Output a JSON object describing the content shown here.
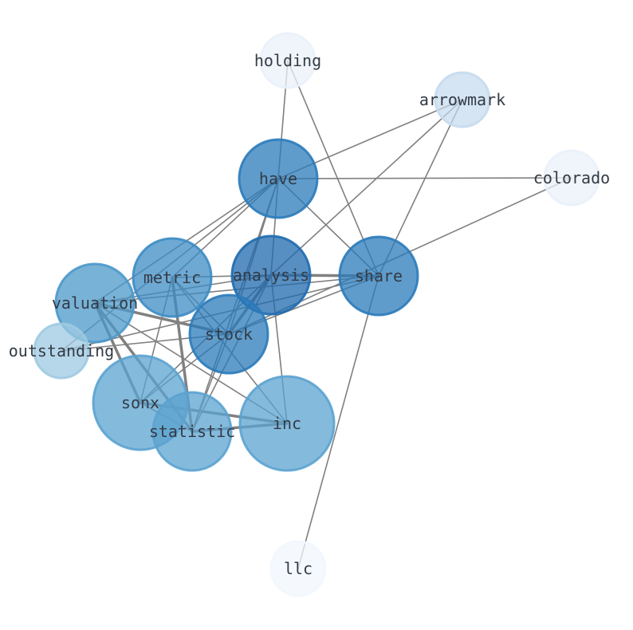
{
  "nodes": [
    {
      "id": "holding",
      "label": "holding",
      "color": "#e9f1fa",
      "opacity": 0.75
    },
    {
      "id": "arrowmark",
      "label": "arrowmark",
      "color": "#c5daee",
      "opacity": 0.7
    },
    {
      "id": "colorado",
      "label": "colorado",
      "color": "#e9f1fa",
      "opacity": 0.75
    },
    {
      "id": "have",
      "label": "have",
      "color": "#2b7bba",
      "opacity": 0.75
    },
    {
      "id": "metric",
      "label": "metric",
      "color": "#3d8cc4",
      "opacity": 0.75
    },
    {
      "id": "analysis",
      "label": "analysis",
      "color": "#1f6aaf",
      "opacity": 0.75
    },
    {
      "id": "share",
      "label": "share",
      "color": "#2b7bba",
      "opacity": 0.75
    },
    {
      "id": "valuation",
      "label": "valuation",
      "color": "#4b98ca",
      "opacity": 0.75
    },
    {
      "id": "outstanding",
      "label": "outstanding",
      "color": "#9ecae1",
      "opacity": 0.75
    },
    {
      "id": "stock",
      "label": "stock",
      "color": "#2b7bba",
      "opacity": 0.75
    },
    {
      "id": "sonx",
      "label": "sonx",
      "color": "#5ba3d0",
      "opacity": 0.75
    },
    {
      "id": "statistic",
      "label": "statistic",
      "color": "#5ba3d0",
      "opacity": 0.75
    },
    {
      "id": "inc",
      "label": "inc",
      "color": "#5ba3d0",
      "opacity": 0.75
    },
    {
      "id": "llc",
      "label": "llc",
      "color": "#f1f7fd",
      "opacity": 0.75
    }
  ],
  "edges": [
    {
      "source": "holding",
      "target": "have",
      "weight": 1
    },
    {
      "source": "holding",
      "target": "share",
      "weight": 1
    },
    {
      "source": "arrowmark",
      "target": "have",
      "weight": 1
    },
    {
      "source": "arrowmark",
      "target": "analysis",
      "weight": 1
    },
    {
      "source": "arrowmark",
      "target": "share",
      "weight": 1
    },
    {
      "source": "colorado",
      "target": "have",
      "weight": 1
    },
    {
      "source": "colorado",
      "target": "stock",
      "weight": 1
    },
    {
      "source": "have",
      "target": "share",
      "weight": 1
    },
    {
      "source": "have",
      "target": "analysis",
      "weight": 1
    },
    {
      "source": "have",
      "target": "metric",
      "weight": 1
    },
    {
      "source": "have",
      "target": "valuation",
      "weight": 1
    },
    {
      "source": "have",
      "target": "outstanding",
      "weight": 1
    },
    {
      "source": "have",
      "target": "stock",
      "weight": 1
    },
    {
      "source": "have",
      "target": "statistic",
      "weight": 1
    },
    {
      "source": "metric",
      "target": "analysis",
      "weight": 1
    },
    {
      "source": "metric",
      "target": "stock",
      "weight": 1
    },
    {
      "source": "metric",
      "target": "sonx",
      "weight": 1
    },
    {
      "source": "metric",
      "target": "statistic",
      "weight": 2
    },
    {
      "source": "metric",
      "target": "inc",
      "weight": 1
    },
    {
      "source": "analysis",
      "target": "share",
      "weight": 2
    },
    {
      "source": "analysis",
      "target": "stock",
      "weight": 2
    },
    {
      "source": "analysis",
      "target": "valuation",
      "weight": 1
    },
    {
      "source": "analysis",
      "target": "sonx",
      "weight": 1
    },
    {
      "source": "analysis",
      "target": "inc",
      "weight": 1
    },
    {
      "source": "analysis",
      "target": "statistic",
      "weight": 1
    },
    {
      "source": "share",
      "target": "stock",
      "weight": 1
    },
    {
      "source": "share",
      "target": "valuation",
      "weight": 1
    },
    {
      "source": "share",
      "target": "outstanding",
      "weight": 1
    },
    {
      "source": "share",
      "target": "llc",
      "weight": 1
    },
    {
      "source": "valuation",
      "target": "stock",
      "weight": 2
    },
    {
      "source": "valuation",
      "target": "sonx",
      "weight": 2
    },
    {
      "source": "valuation",
      "target": "statistic",
      "weight": 2
    },
    {
      "source": "valuation",
      "target": "inc",
      "weight": 1
    },
    {
      "source": "outstanding",
      "target": "stock",
      "weight": 1
    },
    {
      "source": "stock",
      "target": "sonx",
      "weight": 1
    },
    {
      "source": "stock",
      "target": "statistic",
      "weight": 1
    },
    {
      "source": "sonx",
      "target": "inc",
      "weight": 2
    },
    {
      "source": "sonx",
      "target": "statistic",
      "weight": 1
    },
    {
      "source": "statistic",
      "target": "inc",
      "weight": 2
    }
  ]
}
